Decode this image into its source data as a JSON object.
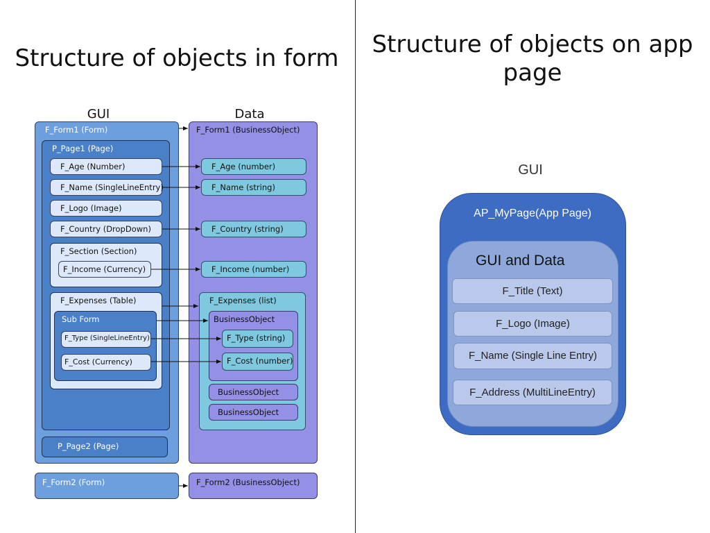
{
  "left": {
    "title": "Structure of objects in form",
    "gui_header": "GUI",
    "data_header": "Data",
    "gui": {
      "form1": "F_Form1 (Form)",
      "page1": "P_Page1 (Page)",
      "age": "F_Age (Number)",
      "name": "F_Name (SingleLineEntry)",
      "logo": "F_Logo (Image)",
      "country": "F_Country (DropDown)",
      "section": "F_Section (Section)",
      "income": "F_Income (Currency)",
      "expenses": "F_Expenses (Table)",
      "subform": "Sub Form",
      "type": "F_Type (SingleLineEntry)",
      "cost": "F_Cost (Currency)",
      "page2": "P_Page2 (Page)",
      "form2": "F_Form2 (Form)"
    },
    "data": {
      "form1": "F_Form1 (BusinessObject)",
      "age": "F_Age (number)",
      "name": "F_Name (string)",
      "country": "F_Country (string)",
      "income": "F_Income (number)",
      "expenses": "F_Expenses (list)",
      "bo1": "BusinessObject",
      "type": "F_Type (string)",
      "cost": "F_Cost (number)",
      "bo2": "BusinessObject",
      "bo3": "BusinessObject",
      "form2": "F_Form2 (BusinessObject)"
    }
  },
  "right": {
    "title": "Structure of objects on app page",
    "gui_header": "GUI",
    "app_page": "AP_MyPage(App Page)",
    "inner_header": "GUI and Data",
    "fields": [
      "F_Title (Text)",
      "F_Logo (Image)",
      "F_Name (Single Line Entry)",
      "F_Address (MultiLineEntry)"
    ]
  },
  "colors": {
    "form": "#6d9fdf",
    "page": "#4a80c8",
    "gui_field": "#dde9fb",
    "data_container": "#9490e6",
    "data_field": "#7ec8e0",
    "app_page": "#3d6cc2"
  }
}
